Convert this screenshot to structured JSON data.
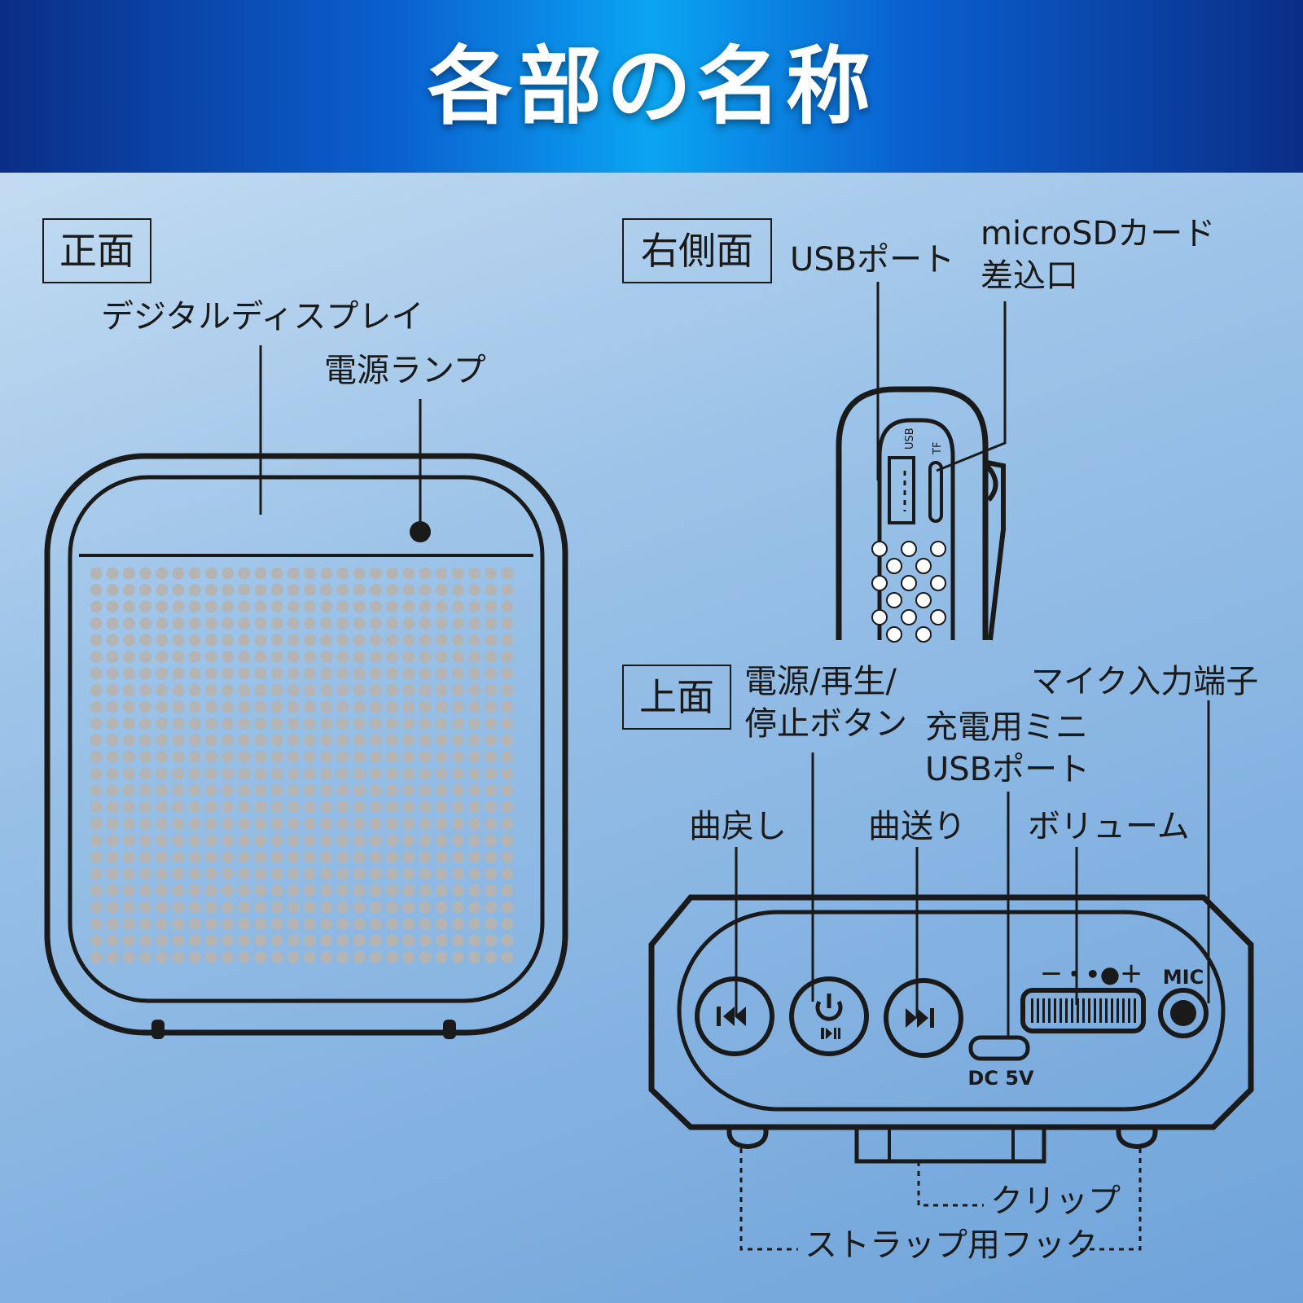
{
  "title": "各部の名称",
  "sections": {
    "front": "正面",
    "right_side": "右側面",
    "top": "上面"
  },
  "labels": {
    "digital_display": "デジタルディスプレイ",
    "power_lamp": "電源ランプ",
    "usb_port": "USBポート",
    "microsd_slot_line1": "microSDカード",
    "microsd_slot_line2": "差込口",
    "power_button_line1": "電源/再生/",
    "power_button_line2": "停止ボタン",
    "mic_input": "マイク入力端子",
    "charging_port_line1": "充電用ミニ",
    "charging_port_line2": "USBポート",
    "prev_track": "曲戻し",
    "next_track": "曲送り",
    "volume": "ボリューム",
    "clip": "クリップ",
    "strap_hook": "ストラップ用フック"
  },
  "device_text": {
    "usb": "USB",
    "tf": "TF",
    "mic": "MIC",
    "dc": "DC 5V",
    "volume_scale": "－・•●＋"
  },
  "colors": {
    "header_center": "#0aa5f2",
    "header_edge": "#0a2e86",
    "outline": "#1a1a1a",
    "grille_dot": "#b4b4b4"
  }
}
